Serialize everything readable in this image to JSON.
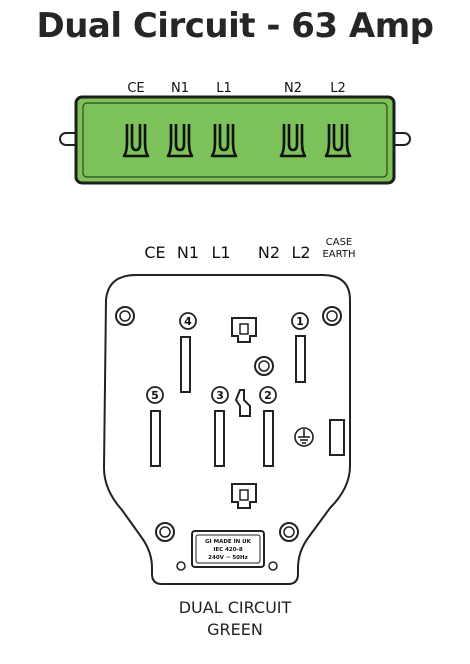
{
  "title": "Dual Circuit - 63 Amp",
  "connector": {
    "color": "#7dc15a",
    "pins": [
      "CE",
      "N1",
      "L1",
      "N2",
      "L2"
    ]
  },
  "faceplate": {
    "labels": [
      "CE",
      "N1",
      "L1",
      "N2",
      "L2"
    ],
    "case_earth": [
      "CASE",
      "EARTH"
    ],
    "contact_numbers": [
      "4",
      "1",
      "5",
      "3",
      "2"
    ],
    "plate_text": [
      "GI MADE IN UK",
      "IEC 420-8",
      "240V ~ 50Hz"
    ]
  },
  "caption": [
    "DUAL CIRCUIT",
    "GREEN"
  ]
}
